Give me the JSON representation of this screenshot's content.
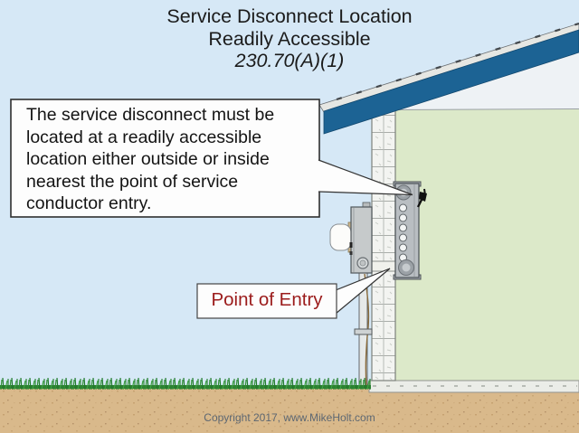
{
  "title": {
    "line1": "Service Disconnect Location",
    "line2": "Readily Accessible",
    "code": "230.70(A)(1)"
  },
  "callout": {
    "lines": [
      "The service disconnect must be",
      "located at a readily accessible",
      "location either outside or inside",
      "nearest the point of service",
      "conductor entry."
    ]
  },
  "labels": {
    "point_of_entry": "Point of Entry"
  },
  "footer": {
    "copyright": "Copyright 2017, www.MikeHolt.com"
  },
  "colors": {
    "sky": "#d6e8f6",
    "roof_fascia_blue": "#1c6394",
    "shingle_gray": "#e6e7e3",
    "interior_wall_green": "#dce9c9",
    "attic_white": "#eef2f5",
    "concrete_wall": "#f3f4f1",
    "ground_tan": "#d9b98b",
    "grass_green": "#2f8f35",
    "floor_slab": "#ebede8",
    "panel_gray": "#b9bec2",
    "meter_gray": "#c6cacb",
    "label_red": "#9b1b1b",
    "callout_bg": "#fdfdfd",
    "callout_border": "#2f2f2f"
  }
}
